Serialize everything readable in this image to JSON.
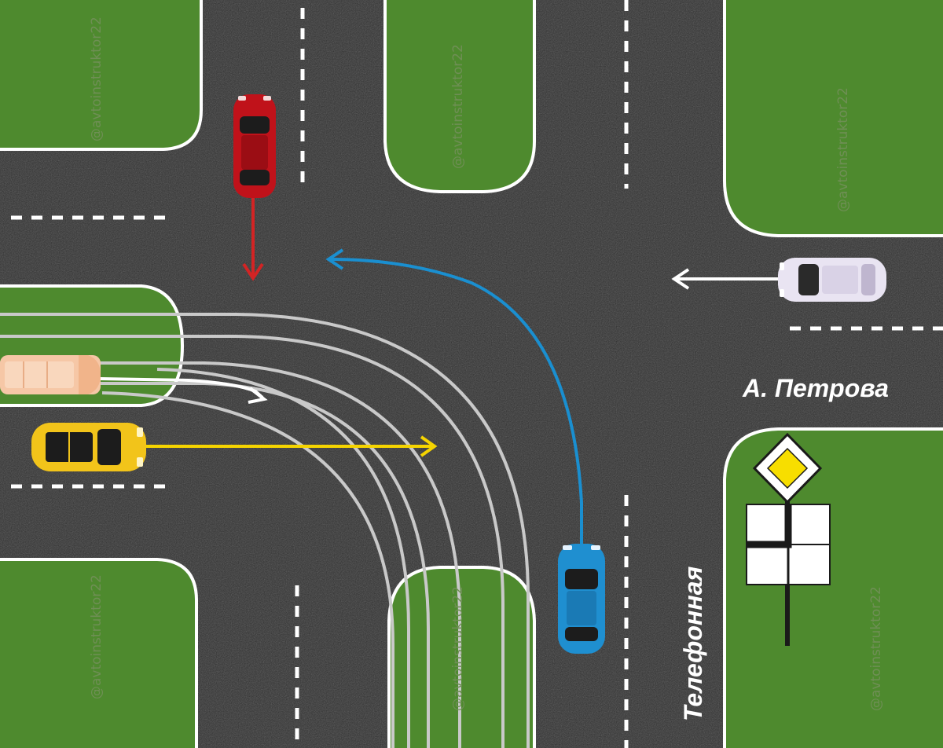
{
  "streets": {
    "horizontal_name": "А. Петрова",
    "vertical_name": "Телефонная"
  },
  "watermark": "@avtoinstruktor22",
  "signs": {
    "priority_road": "priority-road-sign",
    "road_layout_plate": "main-road-direction-plate"
  },
  "vehicles": [
    {
      "id": "red-car",
      "color": "#c0121a",
      "direction": "down",
      "arrow_color": "#d32424"
    },
    {
      "id": "white-car",
      "color": "#e9e4f2",
      "direction": "left",
      "arrow_color": "#ffffff"
    },
    {
      "id": "blue-car",
      "color": "#1f8fd0",
      "direction": "turn-left",
      "arrow_color": "#1a8fd0"
    },
    {
      "id": "yellow-car",
      "color": "#f2c41a",
      "direction": "right",
      "arrow_color": "#f5d400"
    },
    {
      "id": "tram",
      "color": "#f6c7a6",
      "direction": "right",
      "arrow_color": "#ffffff"
    }
  ],
  "colors": {
    "asphalt": "#2f2f2f",
    "grass": "#4e8a2e",
    "curb": "#ffffff",
    "tram_rail": "#c9c9c9"
  }
}
